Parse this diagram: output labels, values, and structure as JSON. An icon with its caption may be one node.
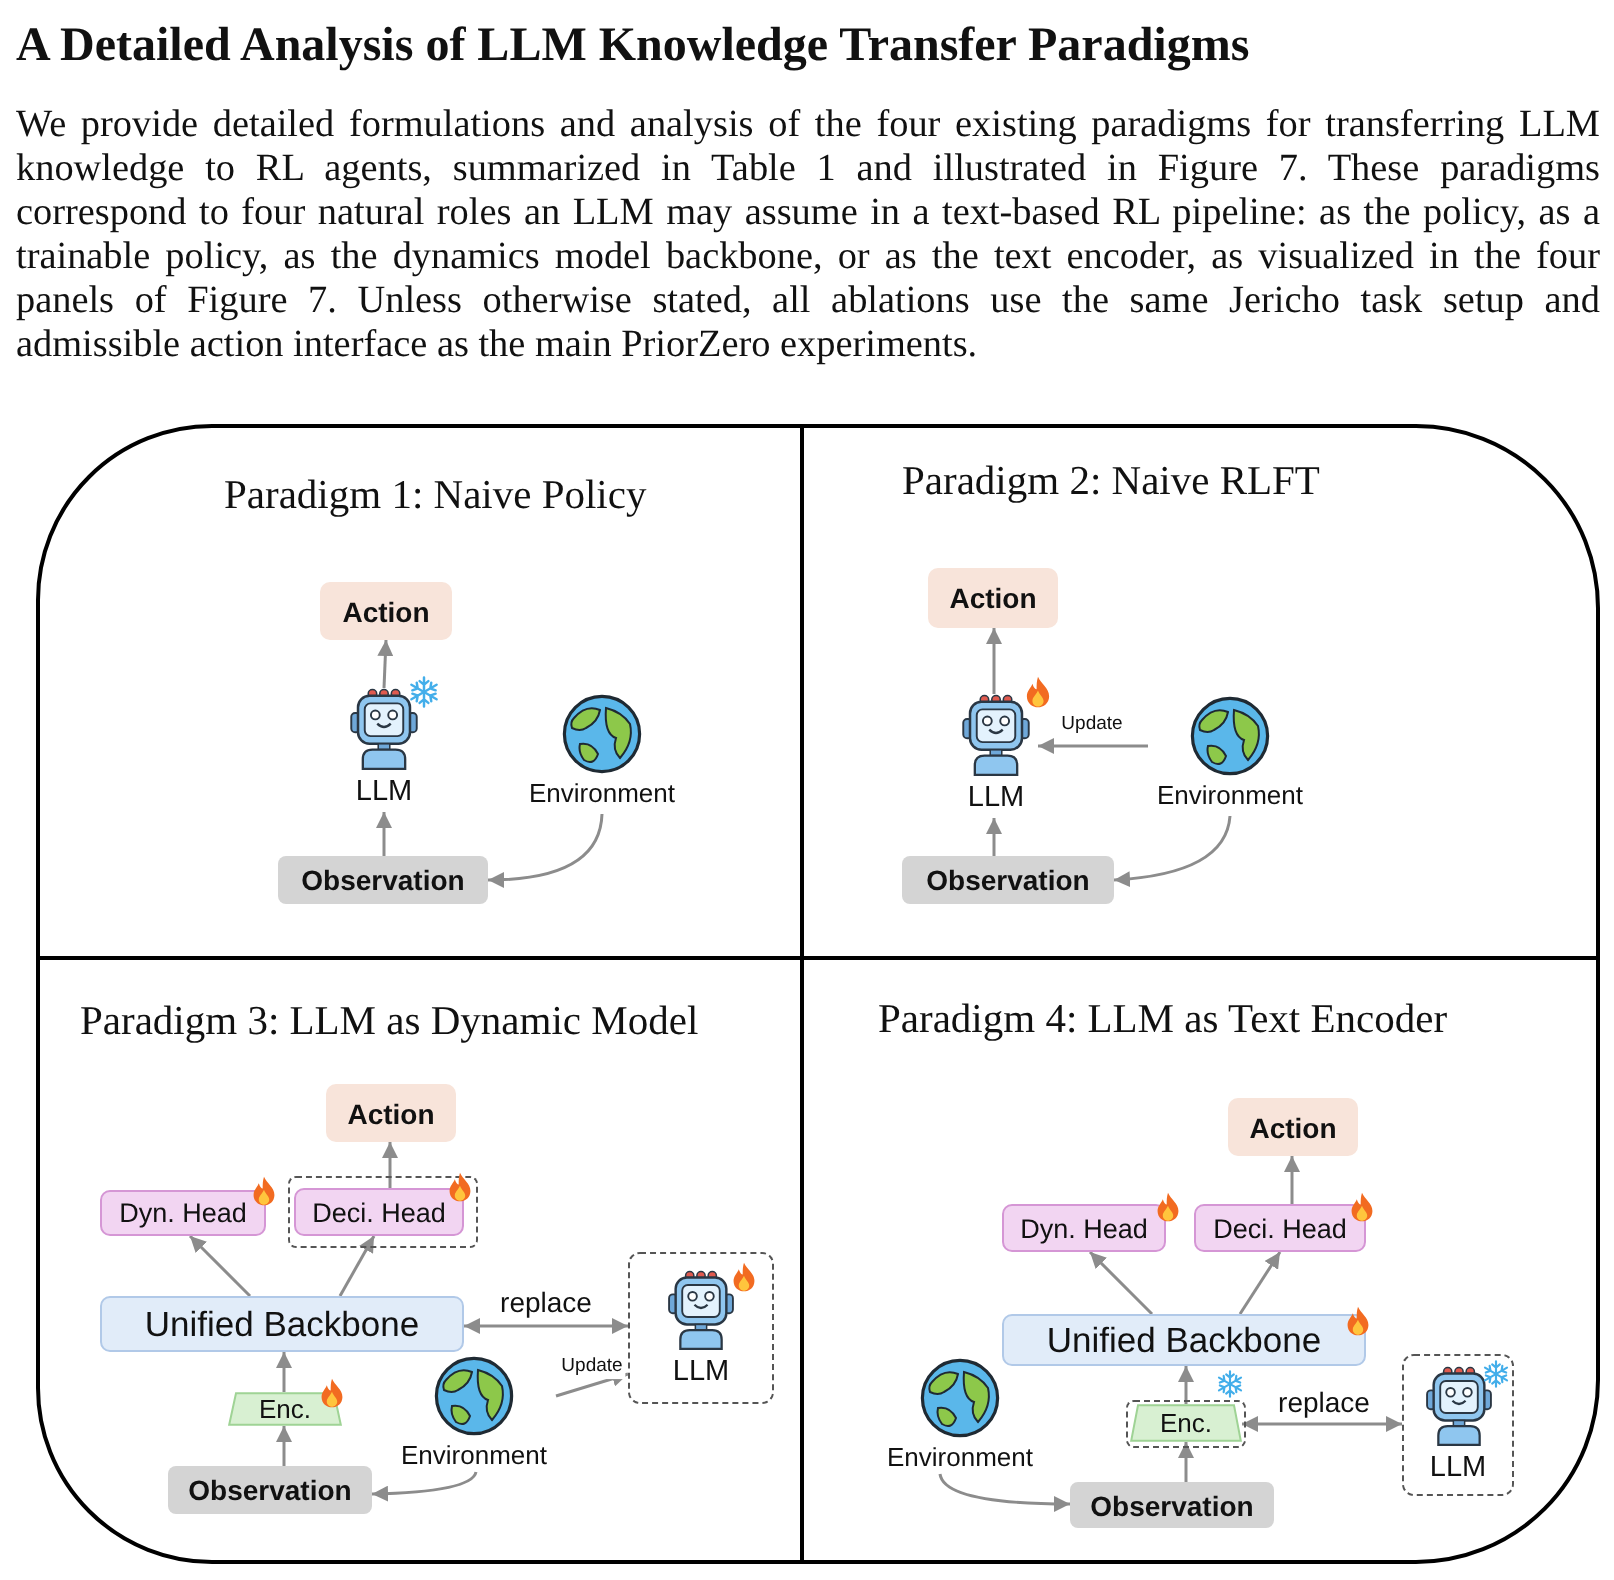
{
  "diagram": {
    "title": "A Detailed Analysis of LLM Knowledge Transfer Paradigms",
    "nodes": [
      {
        "text": [
          "Paradigm 1: Naive Policy"
        ]
      },
      {
        "text": [
          "Action"
        ],
        "in": 0
      },
      {
        "text": [
          "LLM"
        ],
        "in": 0
      },
      {
        "text": [
          "Environment"
        ],
        "in": 0
      },
      {
        "text": [
          "Observation"
        ],
        "in": 0
      },
      {
        "text": [
          "Paradigm 2: Naive RLFT"
        ]
      },
      {
        "text": [
          "Action"
        ],
        "in": 5
      },
      {
        "text": [
          "LLM"
        ],
        "in": 5
      },
      {
        "text": [
          "Environment"
        ],
        "in": 5
      },
      {
        "text": [
          "Observation"
        ],
        "in": 5
      },
      {
        "text": [
          "Paradigm 3: LLM as Dynamic Model"
        ]
      },
      {
        "text": [
          "Action"
        ],
        "in": 10
      },
      {
        "text": [
          "Dyn. Head"
        ],
        "in": 10
      },
      {
        "text": [],
        "shape": "box",
        "in": 10
      },
      {
        "text": [
          "Deci. Head"
        ],
        "in": 13
      },
      {
        "text": [
          "Unified Backbone"
        ],
        "in": 10
      },
      {
        "text": [
          "Enc."
        ],
        "in": 10
      },
      {
        "text": [
          "Observation"
        ],
        "in": 10
      },
      {
        "text": [
          "Environment"
        ],
        "in": 10
      },
      {
        "text": [
          "LLM"
        ],
        "in": 10
      },
      {
        "text": [
          "Paradigm 4: LLM as Text Encoder"
        ]
      },
      {
        "text": [
          "Action"
        ],
        "in": 20
      },
      {
        "text": [
          "Dyn. Head"
        ],
        "in": 20
      },
      {
        "text": [
          "Deci. Head"
        ],
        "in": 20
      },
      {
        "text": [
          "Unified Backbone"
        ],
        "in": 20
      },
      {
        "text": [],
        "shape": "box",
        "in": 20
      },
      {
        "text": [
          "Enc."
        ],
        "in": 25
      },
      {
        "text": [
          "LLM"
        ],
        "in": 20
      },
      {
        "text": [
          "Environment"
        ],
        "in": 20
      },
      {
        "text": [
          "Observation"
        ],
        "in": 20
      }
    ],
    "edges": [
      {
        "from": 2,
        "to": 1,
        "arrow": "to"
      },
      {
        "from": 4,
        "to": 2,
        "arrow": "to"
      },
      {
        "from": 3,
        "to": 4,
        "arrow": "to"
      },
      {
        "from": 7,
        "to": 6,
        "arrow": "to"
      },
      {
        "from": 9,
        "to": 7,
        "arrow": "to"
      },
      {
        "from": 8,
        "to": 7,
        "arrow": "to",
        "label": "Update"
      },
      {
        "from": 8,
        "to": 9,
        "arrow": "to"
      },
      {
        "from": 15,
        "to": 12,
        "arrow": "to"
      },
      {
        "from": 15,
        "to": 14,
        "arrow": "to"
      },
      {
        "from": 14,
        "to": 11,
        "arrow": "to"
      },
      {
        "from": 16,
        "to": 15,
        "arrow": "to"
      },
      {
        "from": 17,
        "to": 16,
        "arrow": "to"
      },
      {
        "from": 18,
        "to": 17,
        "arrow": "to"
      },
      {
        "from": 18,
        "to": 19,
        "arrow": "to",
        "label": "Update"
      },
      {
        "from": 15,
        "to": 19,
        "arrow": "both",
        "label": "replace"
      },
      {
        "from": 24,
        "to": 22,
        "arrow": "to"
      },
      {
        "from": 24,
        "to": 23,
        "arrow": "to"
      },
      {
        "from": 23,
        "to": 21,
        "arrow": "to"
      },
      {
        "from": 26,
        "to": 24,
        "arrow": "to"
      },
      {
        "from": 29,
        "to": 26,
        "arrow": "to"
      },
      {
        "from": 26,
        "to": 27,
        "arrow": "both",
        "label": "replace"
      },
      {
        "from": 28,
        "to": 29,
        "arrow": "to"
      }
    ],
    "labels": [
      "We provide detailed formulations and analysis of the four existing paradigms for transferring LLM knowledge to RL agents, summarized in Table 1 and illustrated in Figure 7. These paradigms correspond to four natural roles an LLM may assume in a text-based RL pipeline: as the policy, as a trainable policy, as the dynamics model backbone, or as the text encoder, as visualized in the four panels of Figure 7. Unless otherwise stated, all ablations use the same Jericho task setup and admissible action interface as the main PriorZero experiments."
    ]
  }
}
